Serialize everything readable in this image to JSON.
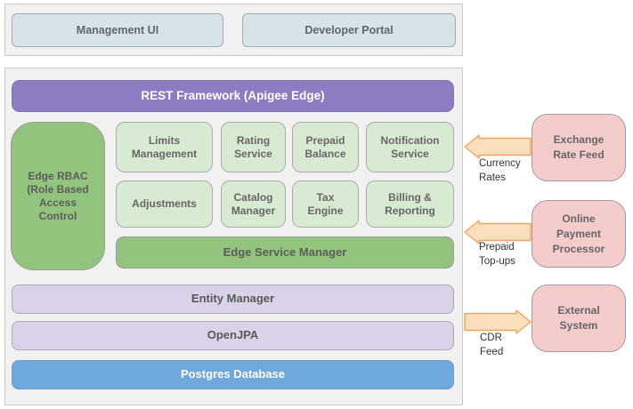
{
  "top_panel": {
    "management_ui": "Management UI",
    "developer_portal": "Developer Portal"
  },
  "main_panel": {
    "rest_framework": "REST Framework (Apigee Edge)",
    "edge_rbac": "Edge RBAC\n(Role Based\nAccess\nControl",
    "services": [
      {
        "label": "Limits\nManagement"
      },
      {
        "label": "Rating\nService"
      },
      {
        "label": "Prepaid\nBalance"
      },
      {
        "label": "Notification\nService"
      },
      {
        "label": "Adjustments"
      },
      {
        "label": "Catalog\nManager"
      },
      {
        "label": "Tax\nEngine"
      },
      {
        "label": "Billing &\nReporting"
      }
    ],
    "edge_service_manager": "Edge Service Manager",
    "entity_manager": "Entity Manager",
    "openjpa": "OpenJPA",
    "postgres_database": "Postgres Database"
  },
  "external_systems": [
    {
      "label": "Exchange\nRate Feed"
    },
    {
      "label": "Online\nPayment\nProcessor"
    },
    {
      "label": "External\nSystem"
    }
  ],
  "flows": [
    {
      "label": "Currency\nRates",
      "direction": "left"
    },
    {
      "label": "Prepaid\nTop-ups",
      "direction": "left"
    },
    {
      "label": "CDR\nFeed",
      "direction": "right"
    }
  ],
  "colors": {
    "panel_bg": "#f1f1f2",
    "panel_border": "#c9c9c9",
    "purple": "#8e7cc3",
    "green": "#93c47d",
    "light_green": "#d9ead3",
    "lavender": "#d9d2e9",
    "blue": "#6fa8dc",
    "pink": "#f4cccc",
    "teal": "#d6e4e8",
    "arrow_fill": "#fbdfbd",
    "arrow_stroke": "#efa55f"
  }
}
